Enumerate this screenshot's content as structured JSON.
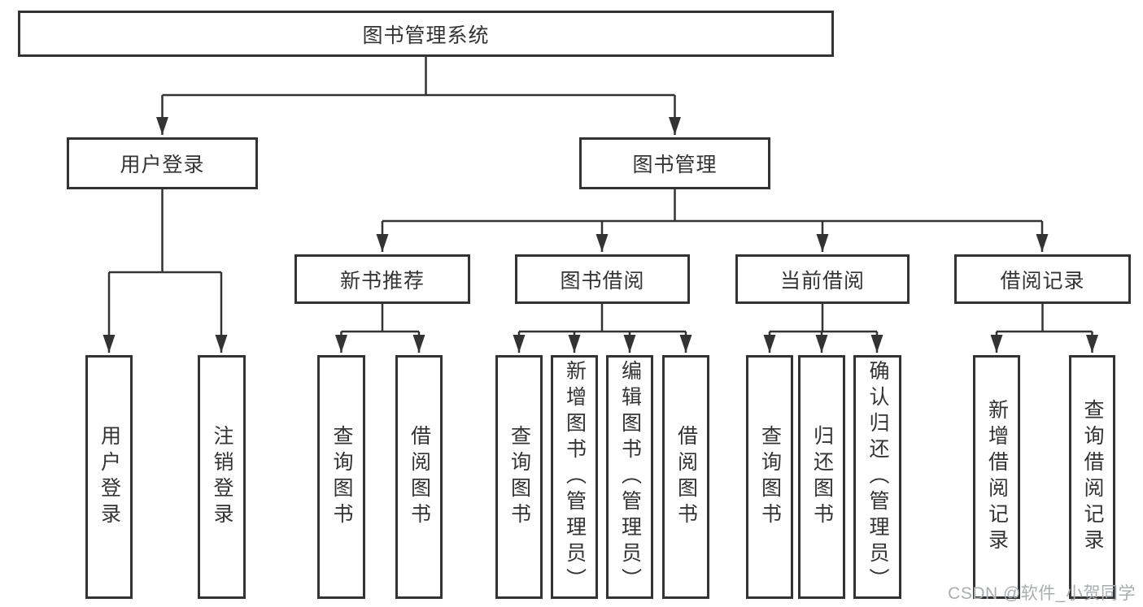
{
  "tree": {
    "root": "图书管理系统",
    "branches": [
      {
        "label": "用户登录",
        "children": [
          "用户登录",
          "注销登录"
        ]
      },
      {
        "label": "图书管理",
        "groups": [
          {
            "label": "新书推荐",
            "children": [
              "查询图书",
              "借阅图书"
            ]
          },
          {
            "label": "图书借阅",
            "children": [
              "查询图书",
              "新增图书（管理员）",
              "编辑图书（管理员）",
              "借阅图书"
            ]
          },
          {
            "label": "当前借阅",
            "children": [
              "查询图书",
              "归还图书",
              "确认归还（管理员）"
            ]
          },
          {
            "label": "借阅记录",
            "children": [
              "新增借阅记录",
              "查询借阅记录"
            ]
          }
        ]
      }
    ]
  },
  "watermark": "CSDN @软件_小贺同学",
  "colors": {
    "line": "#333333",
    "text": "#333333",
    "background": "#ffffff",
    "watermark": "#aaadb0"
  }
}
